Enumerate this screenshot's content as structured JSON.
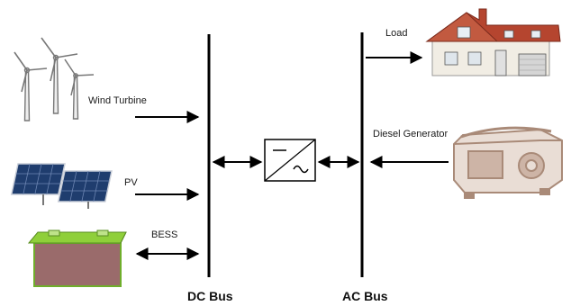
{
  "diagram": {
    "nodes": {
      "wind": {
        "label": "Wind Turbine",
        "icon": "wind-turbine-icon"
      },
      "pv": {
        "label": "PV",
        "icon": "solar-panel-icon"
      },
      "bess": {
        "label": "BESS",
        "icon": "battery-icon"
      },
      "load": {
        "label": "Load",
        "icon": "house-icon"
      },
      "diesel": {
        "label": "Diesel Generator",
        "icon": "diesel-generator-icon"
      },
      "converter": {
        "icon": "inverter-icon"
      }
    },
    "buses": {
      "dc": {
        "label": "DC Bus"
      },
      "ac": {
        "label": "AC Bus"
      }
    },
    "colors": {
      "line": "#000000",
      "roof": "#b5452f",
      "generator": "#a98a78",
      "battery_body": "#9a6b6b",
      "battery_top": "#8fcf3a",
      "panel": "#1f3d6e"
    }
  }
}
